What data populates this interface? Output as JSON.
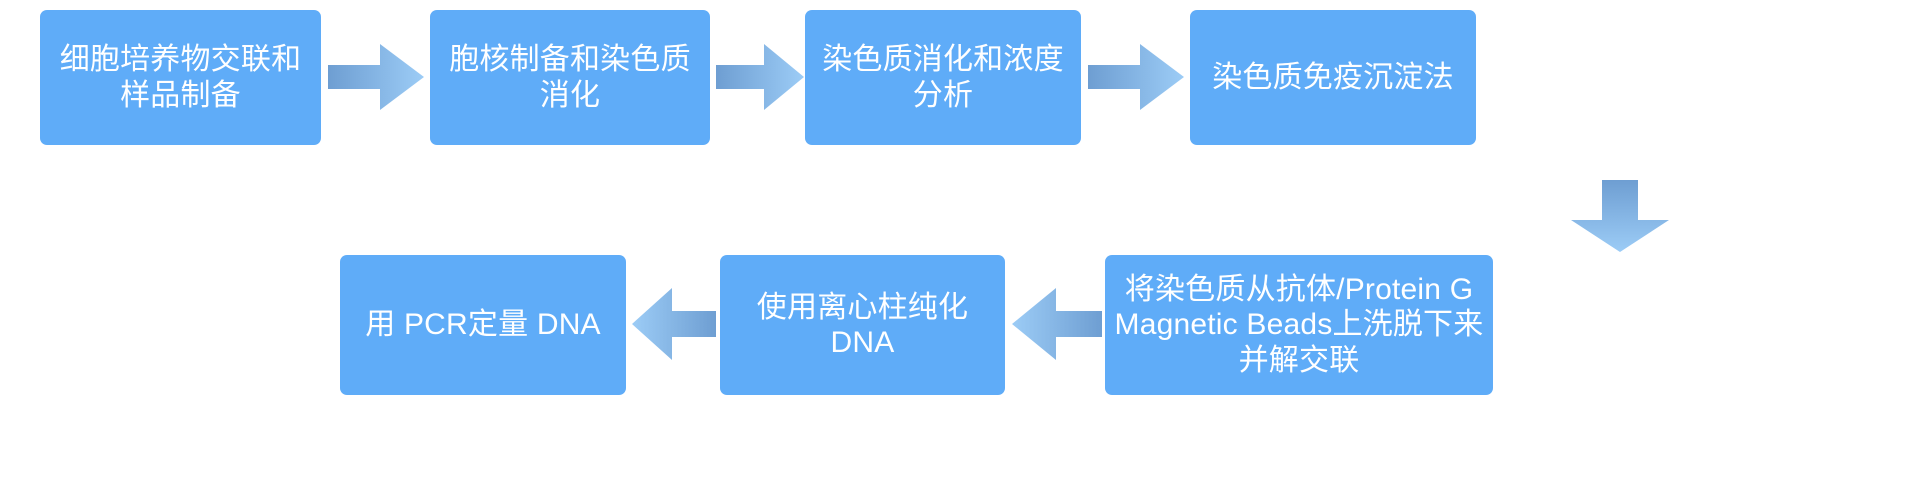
{
  "diagram": {
    "title": "ChIP experiment workflow flowchart",
    "background_color": "#FFFFFF",
    "node_color": "#5FACF8",
    "node_text_color": "#FFFFFF",
    "arrow_gradient_from": "#6E9ED2",
    "arrow_gradient_to": "#9CCCF6",
    "nodes": [
      {
        "id": "step-1",
        "label": "细胞培养物交联和\n样品制备",
        "row": 1,
        "order": 1
      },
      {
        "id": "step-2",
        "label": "胞核制备和染色质\n消化",
        "row": 1,
        "order": 2
      },
      {
        "id": "step-3",
        "label": "染色质消化和浓度\n分析",
        "row": 1,
        "order": 3
      },
      {
        "id": "step-4",
        "label": "染色质免疫沉淀法",
        "row": 1,
        "order": 4
      },
      {
        "id": "step-5",
        "label": "将染色质从抗体/Protein G\nMagnetic Beads上洗脱下来\n并解交联",
        "row": 2,
        "order": 1
      },
      {
        "id": "step-6",
        "label": "使用离心柱纯化\nDNA",
        "row": 2,
        "order": 2
      },
      {
        "id": "step-7",
        "label": "用 PCR定量 DNA",
        "row": 2,
        "order": 3
      }
    ],
    "connectors": [
      {
        "id": "arrow-1-2",
        "direction": "right",
        "from": "step-1",
        "to": "step-2"
      },
      {
        "id": "arrow-2-3",
        "direction": "right",
        "from": "step-2",
        "to": "step-3"
      },
      {
        "id": "arrow-3-4",
        "direction": "right",
        "from": "step-3",
        "to": "step-4"
      },
      {
        "id": "arrow-4-5",
        "direction": "down",
        "from": "step-4",
        "to": "step-5"
      },
      {
        "id": "arrow-5-6",
        "direction": "left",
        "from": "step-5",
        "to": "step-6"
      },
      {
        "id": "arrow-6-7",
        "direction": "left",
        "from": "step-6",
        "to": "step-7"
      }
    ]
  }
}
